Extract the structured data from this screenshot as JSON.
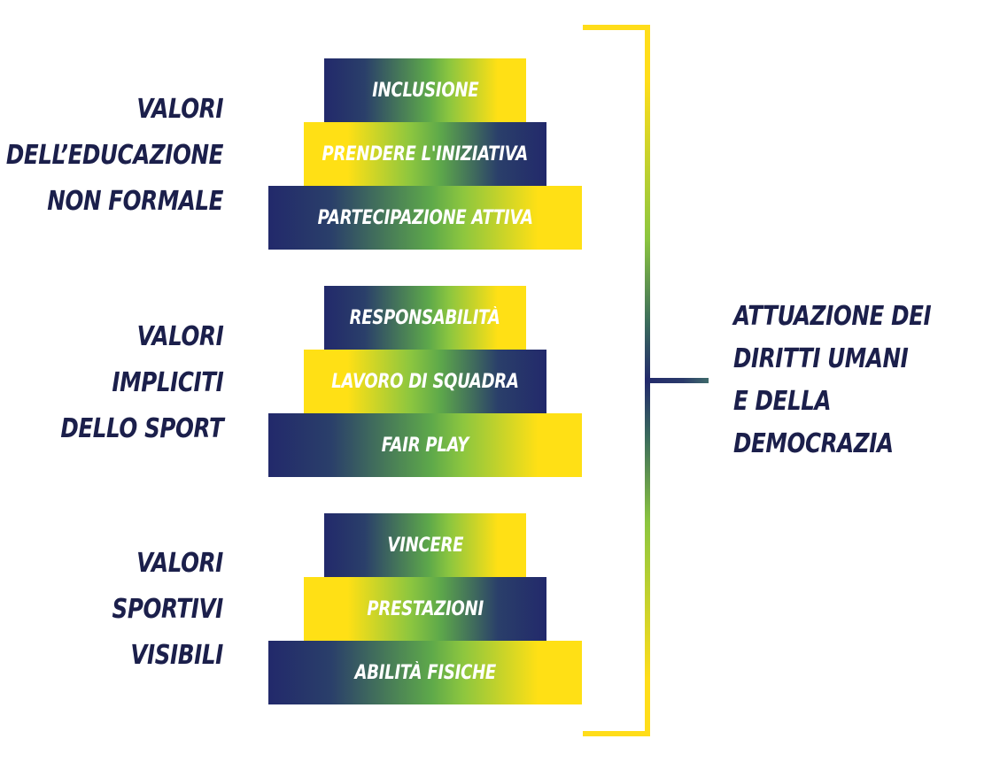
{
  "groups": [
    {
      "label": "VALORI\nDELL’EDUCAZIONE\nNON FORMALE",
      "tiers": [
        "INCLUSIONE",
        "PRENDERE L'INIZIATIVA",
        "PARTECIPAZIONE ATTIVA"
      ]
    },
    {
      "label": "VALORI\nIMPLICITI\nDELLO SPORT",
      "tiers": [
        "RESPONSABILITÀ",
        "LAVORO DI SQUADRA",
        "FAIR PLAY"
      ]
    },
    {
      "label": "VALORI\nSPORTIVI\nVISIBILI",
      "tiers": [
        "VINCERE",
        "PRESTAZIONI",
        "ABILITÀ FISICHE"
      ]
    }
  ],
  "result": {
    "label": "ATTUAZIONE DEI\nDIRITTI UMANI\nE DELLA\nDEMOCRAZIA"
  },
  "colors": {
    "navy": "#22296b",
    "green": "#8cc63f",
    "yellow": "#ffe015",
    "text_dark": "#1b1f4b",
    "text_light": "#ffffff"
  }
}
